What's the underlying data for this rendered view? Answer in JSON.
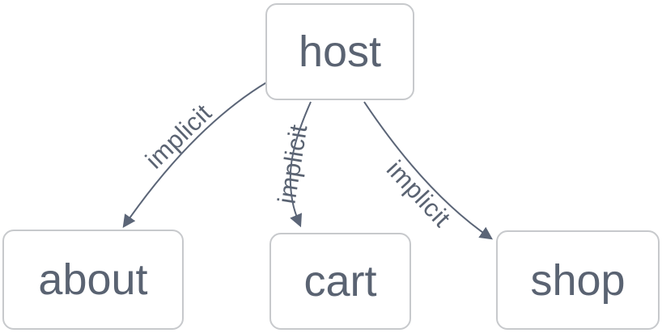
{
  "diagram": {
    "type": "flowchart",
    "background_color": "#ffffff",
    "node_border_color": "#c7c9cc",
    "node_fill_color": "#ffffff",
    "node_text_color": "#5a6372",
    "edge_color": "#5b6577",
    "nodes": [
      {
        "id": "host",
        "label": "host"
      },
      {
        "id": "about",
        "label": "about"
      },
      {
        "id": "cart",
        "label": "cart"
      },
      {
        "id": "shop",
        "label": "shop"
      }
    ],
    "edges": [
      {
        "from": "host",
        "to": "about",
        "label": "implicit"
      },
      {
        "from": "host",
        "to": "cart",
        "label": "implicit"
      },
      {
        "from": "host",
        "to": "shop",
        "label": "implicit"
      }
    ]
  }
}
